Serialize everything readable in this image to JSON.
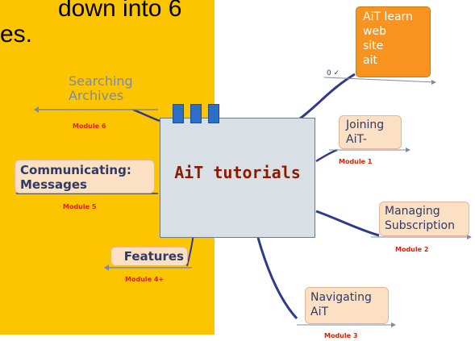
{
  "header": {
    "line1": "down into 6",
    "line2": "es."
  },
  "central": {
    "label": "AiT tutorials"
  },
  "nodes": {
    "searching": {
      "label_line1": "Searching",
      "label_line2": "Archives",
      "module": "Module 6"
    },
    "communicating": {
      "label_line1": "Communicating:",
      "label_line2": "Messages",
      "module": "Module 5"
    },
    "features": {
      "label": "Features",
      "module": "Module 4+"
    },
    "learn": {
      "lines": [
        "AiT learn",
        "web",
        "site",
        "ait"
      ],
      "prefix": "0 ✓"
    },
    "joining": {
      "label_line1": "Joining",
      "label_line2": "AiT-",
      "module": "Module 1"
    },
    "managing": {
      "label_line1": "Managing",
      "label_line2": "Subscription",
      "module": "Module 2"
    },
    "navigating": {
      "label_line1": "Navigating",
      "label_line2": "AiT",
      "module": "Module 3"
    }
  },
  "colors": {
    "panel": "#fcc500",
    "central_fill": "#d9e0e5",
    "central_text": "#8b1a00",
    "connector": "#2f3a8a",
    "node_fill": "#fce0c4",
    "learn_fill": "#f7931e",
    "module_text": "#e81b00"
  }
}
